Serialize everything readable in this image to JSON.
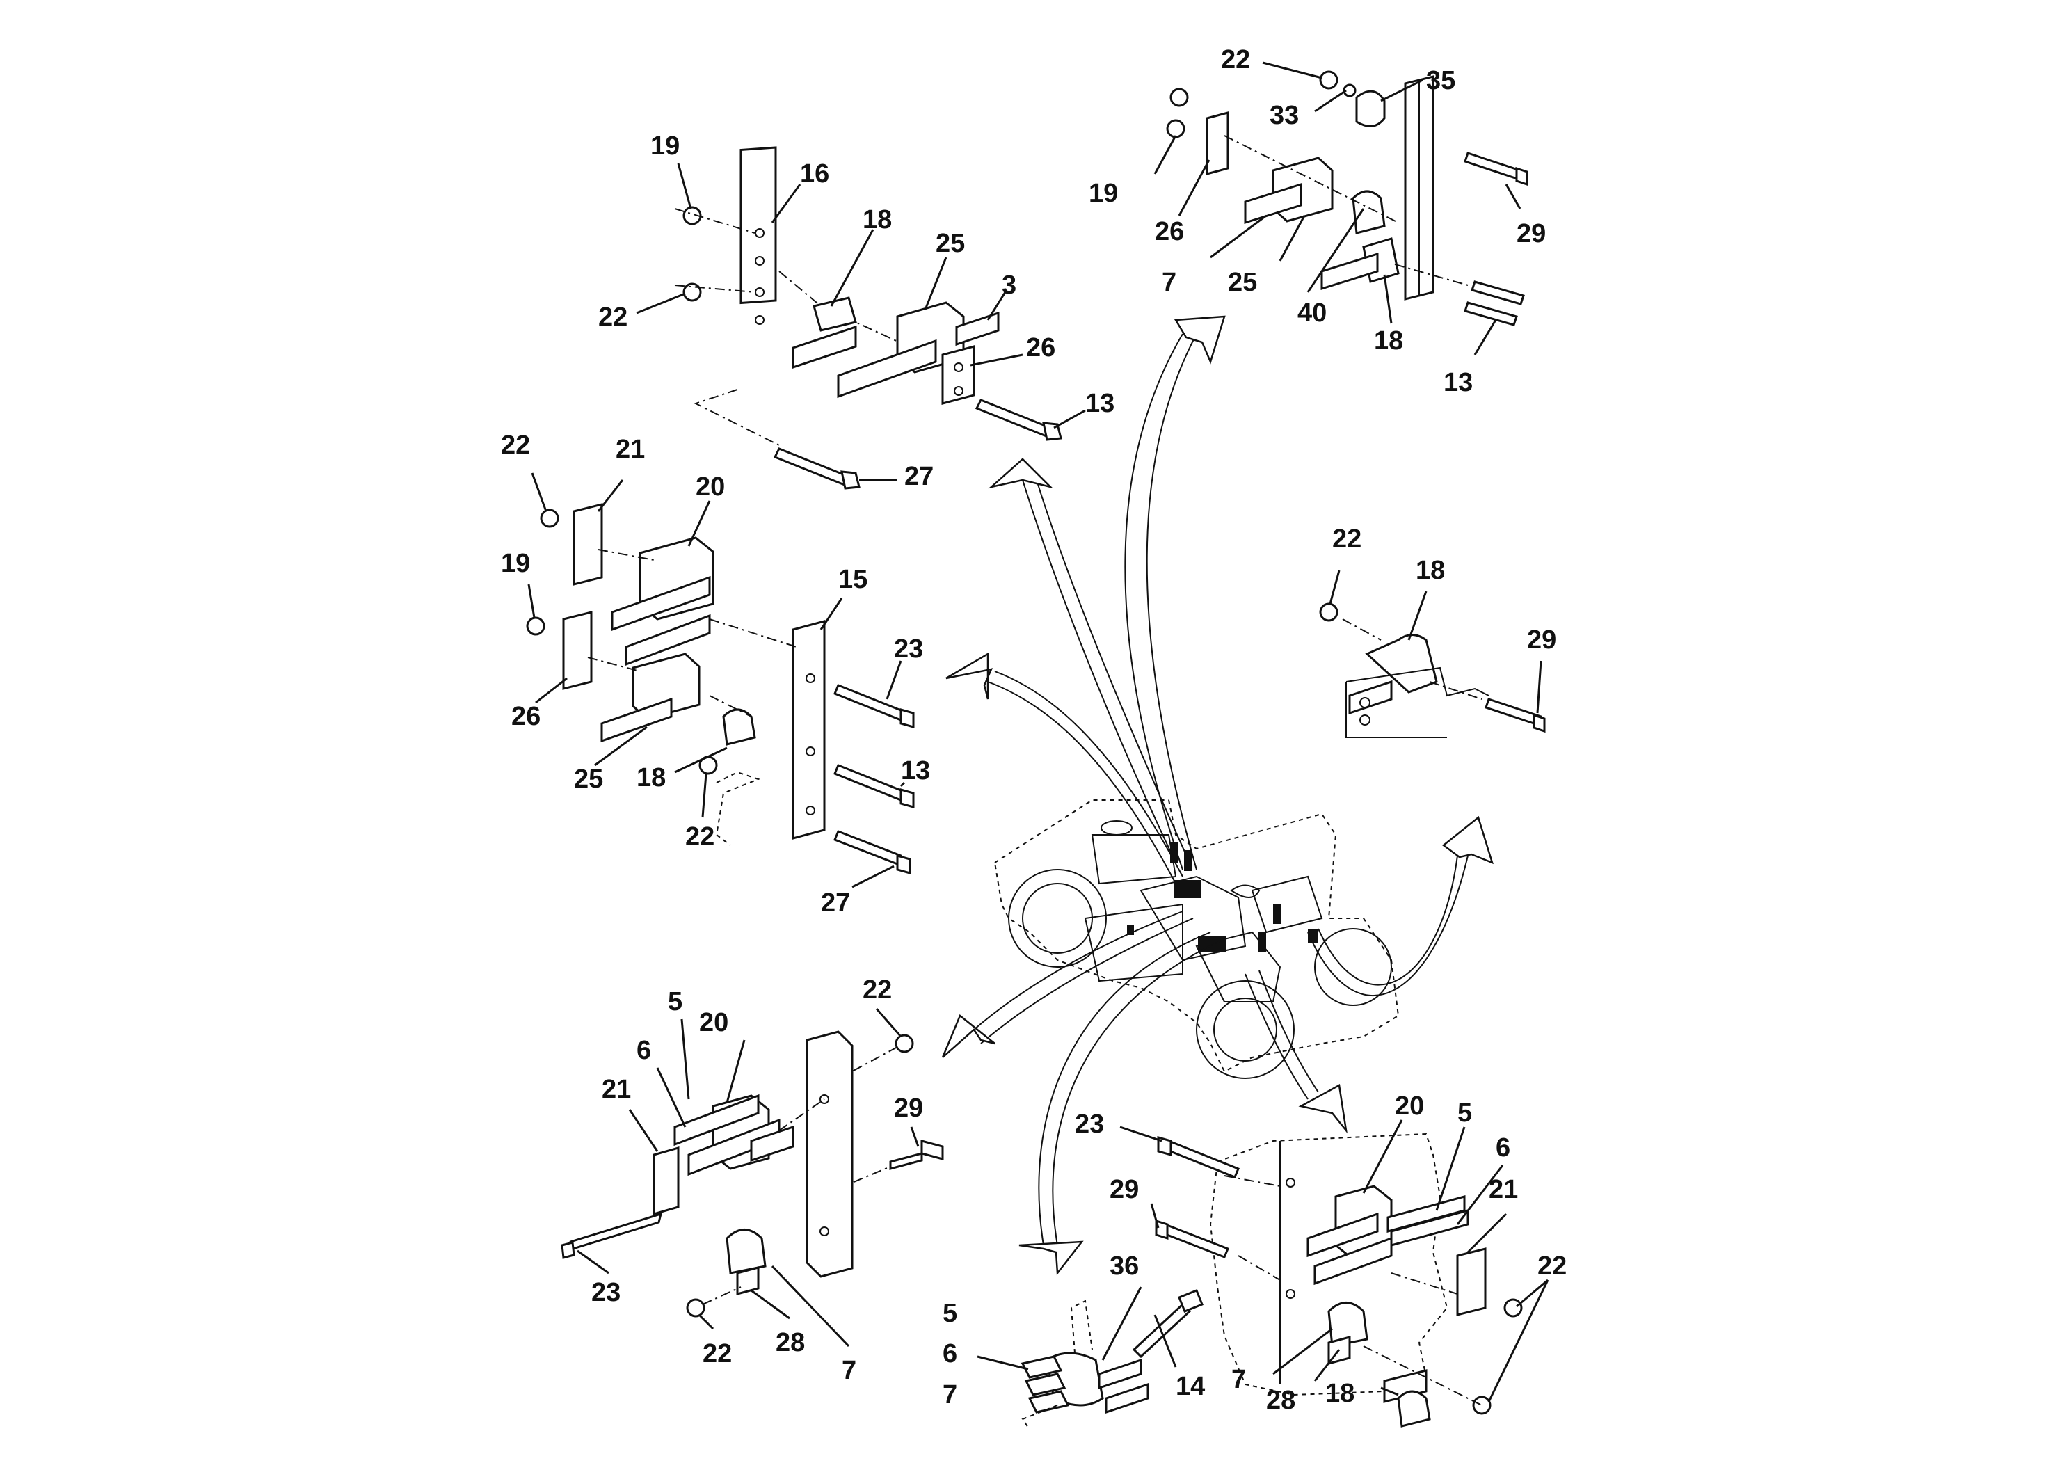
{
  "diagram": {
    "callouts": {
      "tl_19": "19",
      "tl_16": "16",
      "tl_18": "18",
      "tl_25": "25",
      "tl_3": "3",
      "tl_22": "22",
      "tl_26": "26",
      "tl_13": "13",
      "tl_27": "27",
      "tr_22": "22",
      "tr_33": "33",
      "tr_35": "35",
      "tr_19": "19",
      "tr_26": "26",
      "tr_29": "29",
      "tr_7": "7",
      "tr_25": "25",
      "tr_40": "40",
      "tr_18": "18",
      "tr_13": "13",
      "ml_22a": "22",
      "ml_21": "21",
      "ml_20": "20",
      "ml_19": "19",
      "ml_15": "15",
      "ml_23": "23",
      "ml_26": "26",
      "ml_25": "25",
      "ml_18": "18",
      "ml_13": "13",
      "ml_22b": "22",
      "ml_27": "27",
      "mr_22": "22",
      "mr_18": "18",
      "mr_29": "29",
      "bl_5": "5",
      "bl_20": "20",
      "bl_22a": "22",
      "bl_6": "6",
      "bl_21": "21",
      "bl_29": "29",
      "bl_23": "23",
      "bl_22b": "22",
      "bl_28": "28",
      "bl_7": "7",
      "bc_36": "36",
      "bc_5": "5",
      "bc_6": "6",
      "bc_7": "7",
      "bc_14": "14",
      "br_20": "20",
      "br_5": "5",
      "br_23": "23",
      "br_6": "6",
      "br_21": "21",
      "br_29": "29",
      "br_22": "22",
      "br_7": "7",
      "br_28": "28",
      "br_18": "18"
    }
  }
}
